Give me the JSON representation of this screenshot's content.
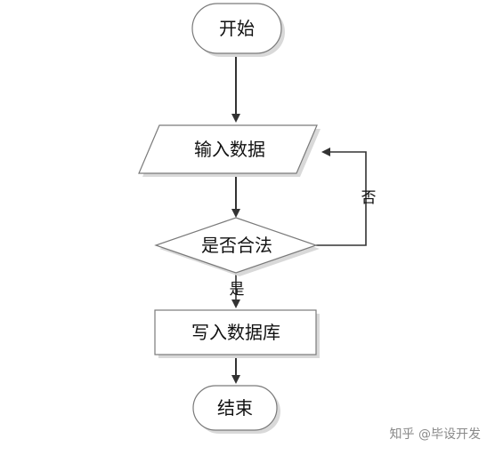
{
  "flowchart": {
    "nodes": {
      "start": "开始",
      "input": "输入数据",
      "check": "是否合法",
      "write": "写入数据库",
      "end": "结束"
    },
    "edges": {
      "no_label": "否",
      "yes_label": "是"
    }
  },
  "watermark": "知乎 @毕设开发",
  "colors": {
    "stroke": "#7a7a7a",
    "arrow": "#333333",
    "shadow": "#d9d9d9",
    "watermark": "#8a8a8a"
  }
}
